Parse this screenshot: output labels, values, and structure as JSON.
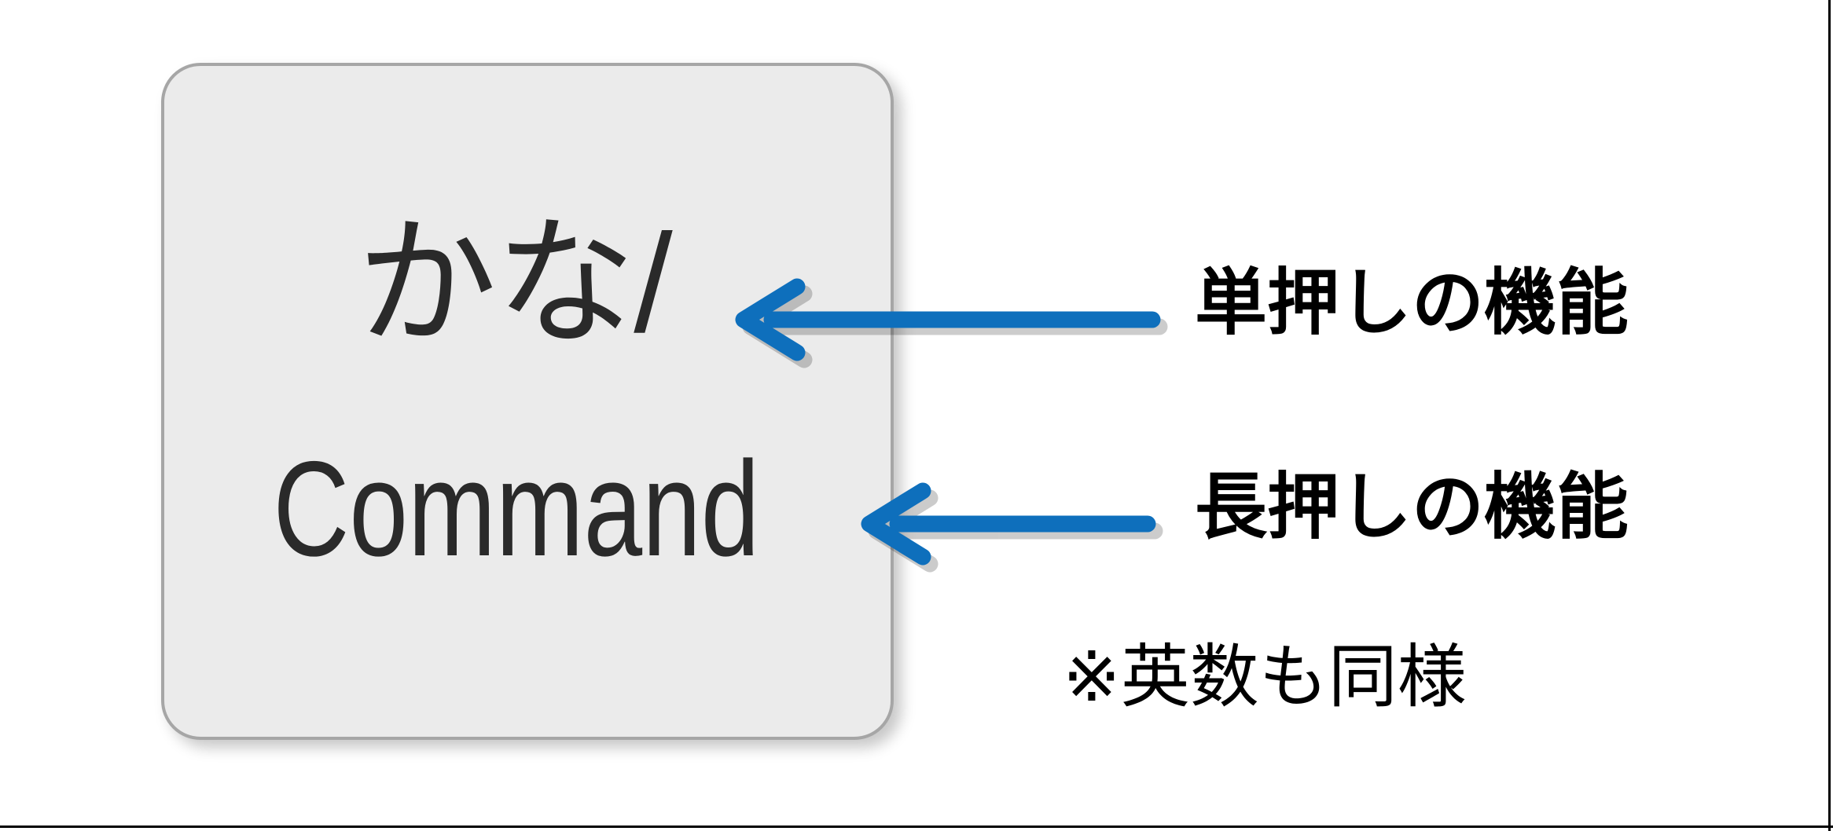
{
  "page": {
    "background_color": "#FFFFFF",
    "frame_color": "#000000"
  },
  "keycap": {
    "fill_color": "#EBEBEB",
    "border_color": "#A6A6A6",
    "text_color": "#2A2A2A",
    "primary_label": "かな/",
    "secondary_label": "Command"
  },
  "arrows": {
    "color": "#0E6FBC",
    "direction": "left",
    "items": [
      {
        "target": "かな/",
        "points_to": "primary_label"
      },
      {
        "target": "Command",
        "points_to": "secondary_label"
      }
    ]
  },
  "annotations": {
    "single_press": "単押しの機能",
    "long_press": "長押しの機能",
    "footnote": "※英数も同様"
  }
}
